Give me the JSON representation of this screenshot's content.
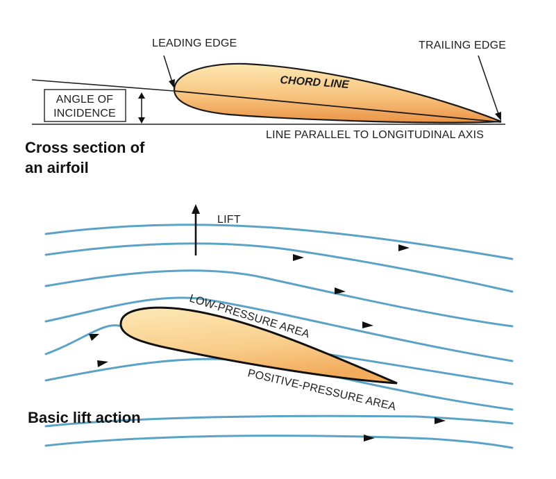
{
  "figure1": {
    "leading_edge": "LEADING EDGE",
    "trailing_edge": "TRAILING EDGE",
    "angle_of": "ANGLE OF",
    "incidence": "INCIDENCE",
    "chord_line": "CHORD LINE",
    "parallel_line": "LINE PARALLEL TO LONGITUDINAL AXIS",
    "caption_line1": "Cross section of",
    "caption_line2": "an airfoil"
  },
  "figure2": {
    "lift": "LIFT",
    "low_pressure": "LOW-PRESSURE AREA",
    "positive_pressure": "POSITIVE-PRESSURE AREA",
    "caption": "Basic lift action"
  },
  "colors": {
    "airfoil_light": "#fde3a6",
    "airfoil_dark": "#ee9a45",
    "streamline": "#5ba3c6",
    "ink": "#222222"
  }
}
